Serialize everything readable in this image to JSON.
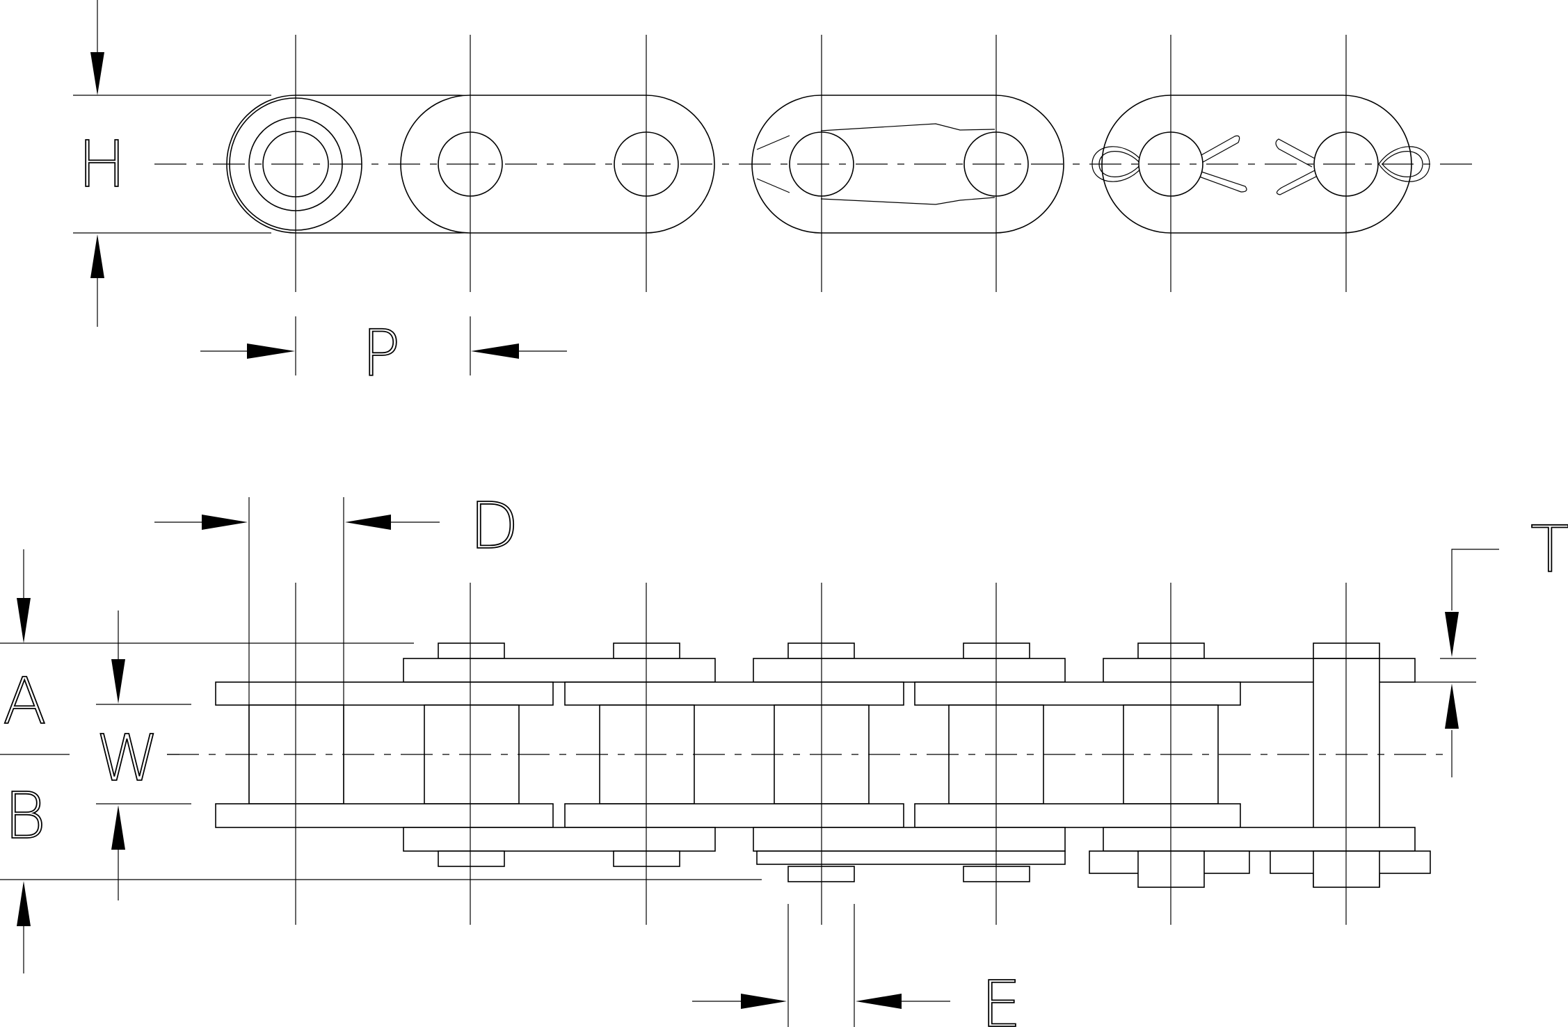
{
  "labels": {
    "H": "H",
    "P": "P",
    "D": "D",
    "T": "T",
    "A": "A",
    "W": "W",
    "B": "B",
    "E": "E"
  }
}
